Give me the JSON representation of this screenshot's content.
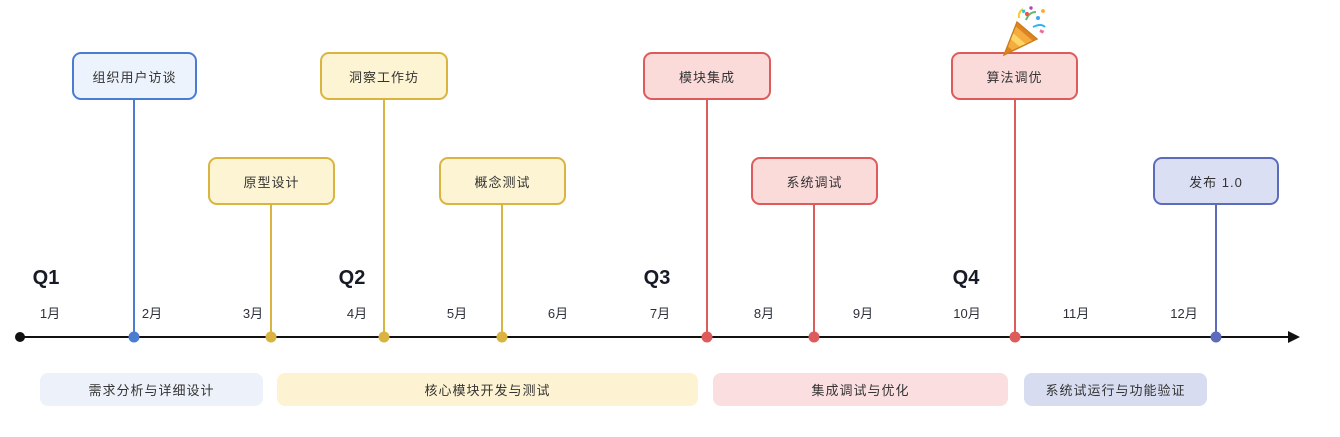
{
  "milestones": [
    {
      "label": "组织用户访谈",
      "theme": "blue"
    },
    {
      "label": "原型设计",
      "theme": "yellow"
    },
    {
      "label": "洞察工作坊",
      "theme": "yellow"
    },
    {
      "label": "概念测试",
      "theme": "yellow"
    },
    {
      "label": "模块集成",
      "theme": "red"
    },
    {
      "label": "系统调试",
      "theme": "red"
    },
    {
      "label": "算法调优",
      "theme": "red",
      "icon": "party-popper"
    },
    {
      "label": "发布 1.0",
      "theme": "indigo"
    }
  ],
  "quarters": [
    "Q1",
    "Q2",
    "Q3",
    "Q4"
  ],
  "months": [
    "1月",
    "2月",
    "3月",
    "4月",
    "5月",
    "6月",
    "7月",
    "8月",
    "9月",
    "10月",
    "11月",
    "12月"
  ],
  "phases": [
    {
      "label": "需求分析与详细设计",
      "color": "#edf1fa"
    },
    {
      "label": "核心模块开发与测试",
      "color": "#fdf3d2"
    },
    {
      "label": "集成调试与优化",
      "color": "#fbdee0"
    },
    {
      "label": "系统试运行与功能验证",
      "color": "#d7dcf0"
    }
  ],
  "theme_colors": {
    "blue": {
      "border": "#4a7dd2",
      "background": "#edf3fc"
    },
    "yellow": {
      "border": "#d9b440",
      "background": "#fdf4d3"
    },
    "red": {
      "border": "#dd5b5b",
      "background": "#fbdada"
    },
    "indigo": {
      "border": "#5c6cbb",
      "background": "#dbdff4"
    },
    "axis": "#111111"
  }
}
